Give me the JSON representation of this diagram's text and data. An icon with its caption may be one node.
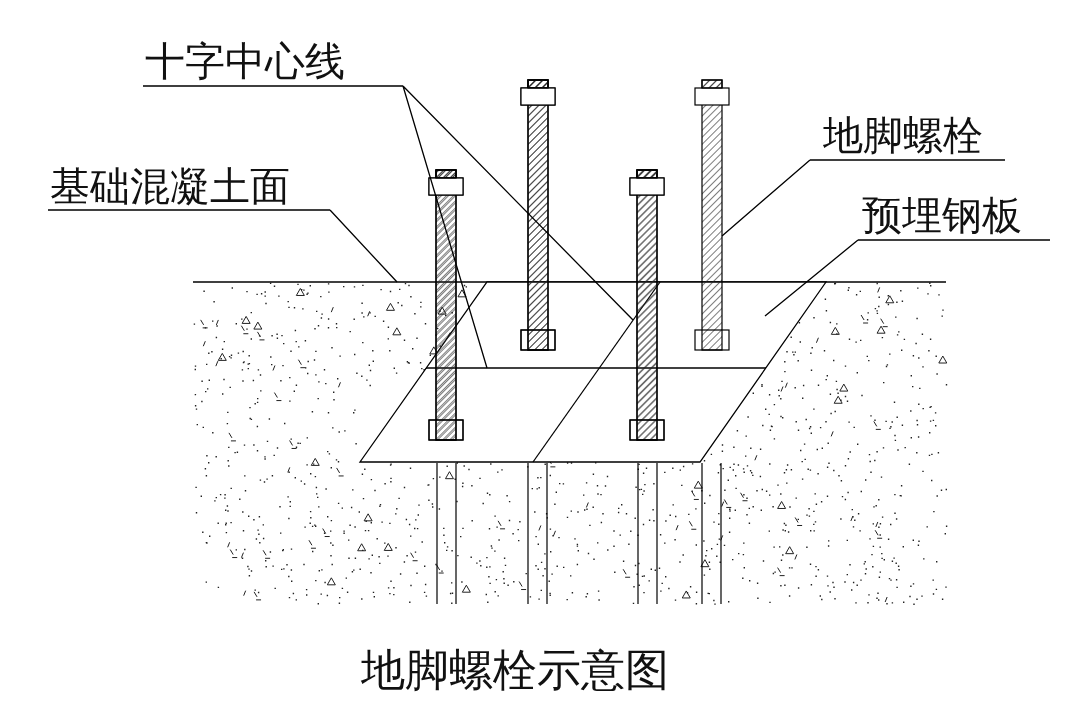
{
  "diagram": {
    "caption": "地脚螺栓示意图",
    "nodes": [
      {
        "text": [
          "十字中心线"
        ]
      },
      {
        "text": [
          "基础混凝土面"
        ]
      },
      {
        "text": [
          "地脚螺栓"
        ]
      },
      {
        "text": [
          "预埋钢板"
        ]
      },
      {
        "text": [],
        "shape": "picture"
      },
      {
        "text": [],
        "shape": "picture"
      },
      {
        "text": [],
        "shape": "picture"
      },
      {
        "text": [],
        "shape": "picture"
      },
      {
        "text": [],
        "shape": "picture"
      },
      {
        "text": [],
        "shape": "picture",
        "in": 4
      },
      {
        "text": [],
        "shape": "line",
        "in": 9
      },
      {
        "text": [],
        "shape": "line",
        "in": 9
      }
    ],
    "edges": [
      {
        "from": 0,
        "to": 10,
        "arrow": "none"
      },
      {
        "from": 0,
        "to": 11,
        "arrow": "none"
      },
      {
        "from": 1,
        "to": 4,
        "arrow": "none"
      },
      {
        "from": 2,
        "to": 8,
        "arrow": "none"
      },
      {
        "from": 3,
        "to": 9,
        "arrow": "none"
      }
    ]
  }
}
